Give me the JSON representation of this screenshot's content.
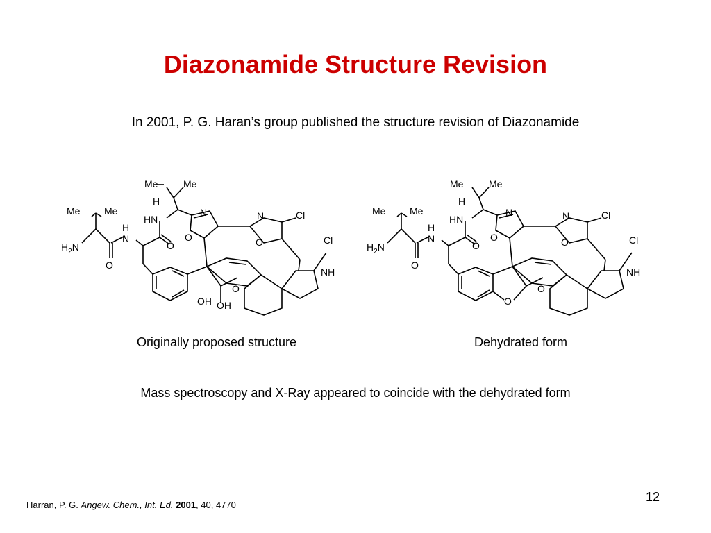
{
  "slide": {
    "title": "Diazonamide Structure Revision",
    "subtitle": "In 2001, P. G. Haran’s group published the structure revision of Diazonamide",
    "caption_left": "Originally proposed structure",
    "caption_right": "Dehydrated form",
    "note": "Mass spectroscopy and X-Ray appeared to coincide with the dehydrated form",
    "page_number": "12",
    "citation": {
      "authors": "Harran, P. G.",
      "journal": "Angew. Chem., Int. Ed.",
      "year": "2001",
      "rest": ", 40, 4770"
    }
  },
  "structure_labels": {
    "me": "Me",
    "h": "H",
    "hn": "HN",
    "n": "N",
    "o": "O",
    "cl": "Cl",
    "nh": "NH",
    "oh": "OH",
    "h2n": "H",
    "sub2": "2",
    "h2n_n": "N"
  }
}
